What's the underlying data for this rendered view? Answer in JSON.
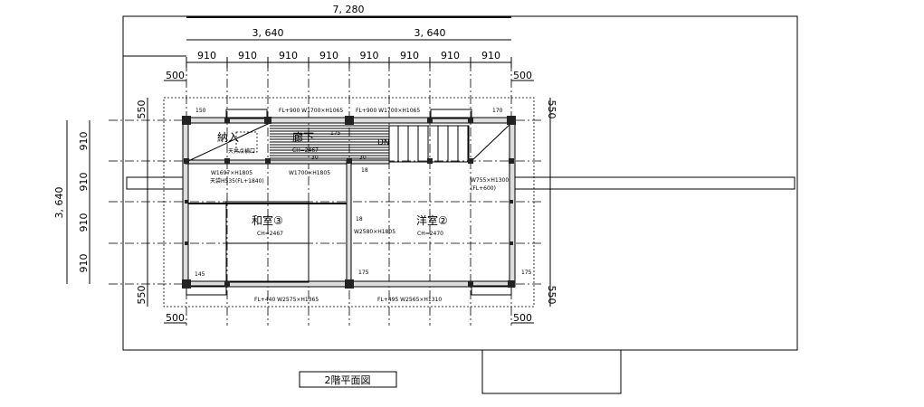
{
  "drawing_title": "2階平面図",
  "dimensions": {
    "overall": "7, 280",
    "half_left": "3, 640",
    "half_right": "3, 640",
    "module": "910",
    "overhang": "500",
    "eave": "550",
    "depth": "3, 640"
  },
  "rooms": {
    "hall": {
      "name": "廊下",
      "ch": "CH=2467"
    },
    "storage": {
      "name": "納入",
      "sub": "天井点検口"
    },
    "washitsu": {
      "name": "和室③",
      "ch": "CH=2467"
    },
    "youshitsu": {
      "name": "洋室②",
      "ch": "CH=2470"
    }
  },
  "annotations": {
    "win1": "FL+900  W1700×H1065",
    "win2": "FL+900  W1700×H1065",
    "door1": "W1697×H1805",
    "door1b": "天袋H535(FL+1840)",
    "door2": "W1700×H1805",
    "door3": "W2580×H1805",
    "door4": "W755×H1300",
    "door4b": "(FL+600)",
    "win3": "FL+440  W2575×H1365",
    "win4": "FL+495  W2565×H1310",
    "stair": "DN",
    "c150": "150",
    "c170": "170",
    "c175a": "175",
    "c145": "145",
    "c175b": "175",
    "c175c": "175",
    "c18a": "18",
    "c18b": "18",
    "c30a": "30",
    "c30b": "30"
  }
}
